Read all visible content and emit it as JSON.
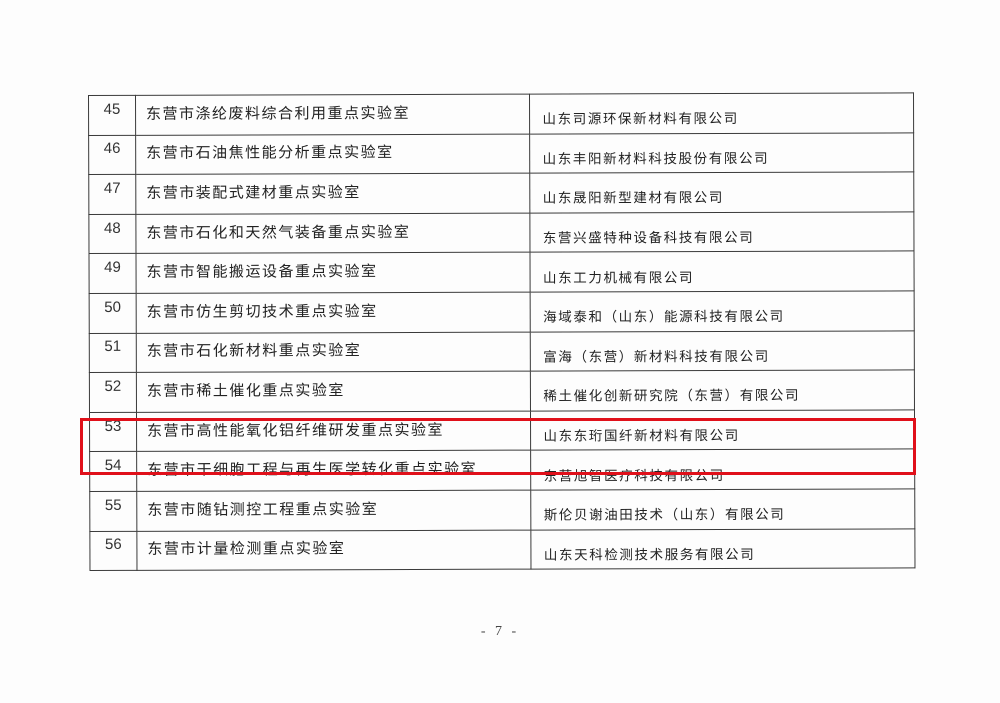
{
  "table": {
    "rows": [
      {
        "no": "45",
        "name": "东营市涤纶废料综合利用重点实验室",
        "org": "山东司源环保新材料有限公司"
      },
      {
        "no": "46",
        "name": "东营市石油焦性能分析重点实验室",
        "org": "山东丰阳新材料科技股份有限公司"
      },
      {
        "no": "47",
        "name": "东营市装配式建材重点实验室",
        "org": "山东晟阳新型建材有限公司"
      },
      {
        "no": "48",
        "name": "东营市石化和天然气装备重点实验室",
        "org": "东营兴盛特种设备科技有限公司"
      },
      {
        "no": "49",
        "name": "东营市智能搬运设备重点实验室",
        "org": "山东工力机械有限公司"
      },
      {
        "no": "50",
        "name": "东营市仿生剪切技术重点实验室",
        "org": "海域泰和（山东）能源科技有限公司"
      },
      {
        "no": "51",
        "name": "东营市石化新材料重点实验室",
        "org": "富海（东营）新材料科技有限公司"
      },
      {
        "no": "52",
        "name": "东营市稀土催化重点实验室",
        "org": "稀土催化创新研究院（东营）有限公司"
      },
      {
        "no": "53",
        "name": "东营市高性能氧化铝纤维研发重点实验室",
        "org": "山东东珩国纤新材料有限公司"
      },
      {
        "no": "54",
        "name": "东营市干细胞工程与再生医学转化重点实验室",
        "org": "东营旭智医疗科技有限公司"
      },
      {
        "no": "55",
        "name": "东营市随钻测控工程重点实验室",
        "org": "斯伦贝谢油田技术（山东）有限公司"
      },
      {
        "no": "56",
        "name": "东营市计量检测重点实验室",
        "org": "山东天科检测技术服务有限公司"
      }
    ]
  },
  "highlight": {
    "row_no": "53",
    "color": "#e0101a"
  },
  "footer": {
    "page_number": "- 7 -"
  }
}
